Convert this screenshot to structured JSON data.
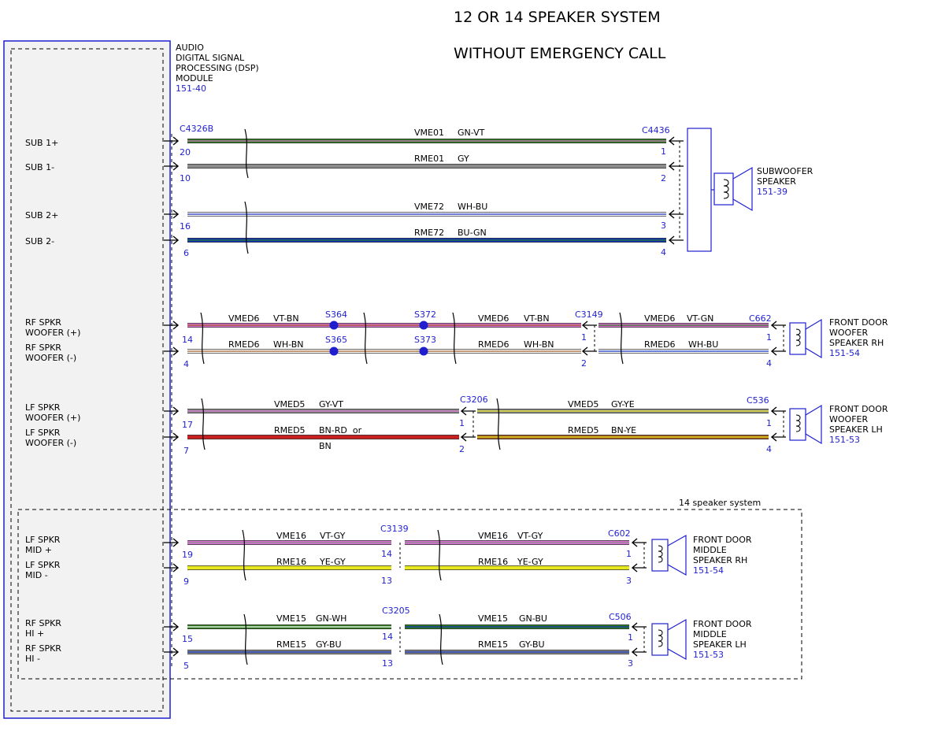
{
  "title": {
    "line1": "12 OR 14 SPEAKER SYSTEM",
    "line2": "WITHOUT EMERGENCY CALL"
  },
  "colors": {
    "ref_blue": "#1f1fd0",
    "module_fill": "#f2f2f2",
    "GN": "#2e7d1e",
    "VT": "#d96fd0",
    "GY": "#8c8c8c",
    "WH": "#ffffff",
    "BU": "#1030c0",
    "BN": "#a05a20",
    "RD": "#c82020",
    "YE": "#e8e820"
  },
  "module": {
    "name_lines": [
      "AUDIO",
      "DIGITAL SIGNAL",
      "PROCESSING (DSP)",
      "MODULE"
    ],
    "ref": "151-40",
    "connector": "C4326B",
    "pin_labels": [
      "SUB 1+",
      "SUB 1-",
      "SUB 2+",
      "SUB 2-",
      "RF SPKR",
      "WOOFER (+)",
      "RF SPKR",
      "WOOFER (-)",
      "LF SPKR",
      "WOOFER (+)",
      "LF SPKR",
      "WOOFER (-)",
      "LF SPKR",
      "MID +",
      "LF SPKR",
      "MID -",
      "RF SPKR",
      "HI +",
      "RF SPKR",
      "HI -"
    ]
  },
  "sub_wires": [
    {
      "circuit": "VME01",
      "color": "GN-VT",
      "module_pin": "20",
      "speaker_pin": "1"
    },
    {
      "circuit": "RME01",
      "color": "GY",
      "module_pin": "10",
      "speaker_pin": "2"
    },
    {
      "circuit": "VME72",
      "color": "WH-BU",
      "module_pin": "16",
      "speaker_pin": "3"
    },
    {
      "circuit": "RME72",
      "color": "BU-GN",
      "module_pin": "6",
      "speaker_pin": "4"
    }
  ],
  "subwoofer": {
    "connector": "C4436",
    "name_lines": [
      "SUBWOOFER",
      "SPEAKER"
    ],
    "ref": "151-39"
  },
  "rf_woofer": {
    "module_pins": [
      "14",
      "4"
    ],
    "splices_top": [
      "S364",
      "S372"
    ],
    "splices_bottom": [
      "S365",
      "S373"
    ],
    "inline_connector": "C3149",
    "inline_pins": [
      "1",
      "2"
    ],
    "speaker_connector": "C662",
    "speaker_pins": [
      "1",
      "4"
    ],
    "seg1": [
      {
        "circuit": "VMED6",
        "color": "VT-BN"
      },
      {
        "circuit": "RMED6",
        "color": "WH-BN"
      }
    ],
    "seg2": [
      {
        "circuit": "VMED6",
        "color": "VT-BN"
      },
      {
        "circuit": "RMED6",
        "color": "WH-BN"
      }
    ],
    "seg3": [
      {
        "circuit": "VMED6",
        "color": "VT-GN"
      },
      {
        "circuit": "RMED6",
        "color": "WH-BU"
      }
    ],
    "name_lines": [
      "FRONT DOOR",
      "WOOFER",
      "SPEAKER RH"
    ],
    "ref": "151-54"
  },
  "lf_woofer": {
    "module_pins": [
      "17",
      "7"
    ],
    "inline_connector": "C3206",
    "inline_pins": [
      "1",
      "2"
    ],
    "speaker_connector": "C536",
    "speaker_pins": [
      "1",
      "4"
    ],
    "seg1": [
      {
        "circuit": "VMED5",
        "color": "GY-VT"
      },
      {
        "circuit": "RMED5",
        "color": "BN-RD  or",
        "color2": "BN"
      }
    ],
    "seg2": [
      {
        "circuit": "VMED5",
        "color": "GY-YE"
      },
      {
        "circuit": "RMED5",
        "color": "BN-YE"
      }
    ],
    "name_lines": [
      "FRONT DOOR",
      "WOOFER",
      "SPEAKER LH"
    ],
    "ref": "151-53"
  },
  "option_label": "14 speaker system",
  "lf_mid": {
    "module_pins": [
      "19",
      "9"
    ],
    "inline_connector": "C3139",
    "inline_pins": [
      "14",
      "13"
    ],
    "speaker_connector": "C602",
    "speaker_pins": [
      "1",
      "3"
    ],
    "seg1": [
      {
        "circuit": "VME16",
        "color": "VT-GY"
      },
      {
        "circuit": "RME16",
        "color": "YE-GY"
      }
    ],
    "seg2": [
      {
        "circuit": "VME16",
        "color": "VT-GY"
      },
      {
        "circuit": "RME16",
        "color": "YE-GY"
      }
    ],
    "name_lines": [
      "FRONT DOOR",
      "MIDDLE",
      "SPEAKER RH"
    ],
    "ref": "151-54"
  },
  "rf_hi": {
    "module_pins": [
      "15",
      "5"
    ],
    "inline_connector": "C3205",
    "inline_pins": [
      "14",
      "13"
    ],
    "speaker_connector": "C506",
    "speaker_pins": [
      "1",
      "3"
    ],
    "seg1": [
      {
        "circuit": "VME15",
        "color": "GN-WH"
      },
      {
        "circuit": "RME15",
        "color": "GY-BU"
      }
    ],
    "seg2": [
      {
        "circuit": "VME15",
        "color": "GN-BU"
      },
      {
        "circuit": "RME15",
        "color": "GY-BU"
      }
    ],
    "name_lines": [
      "FRONT DOOR",
      "MIDDLE",
      "SPEAKER LH"
    ],
    "ref": "151-53"
  }
}
